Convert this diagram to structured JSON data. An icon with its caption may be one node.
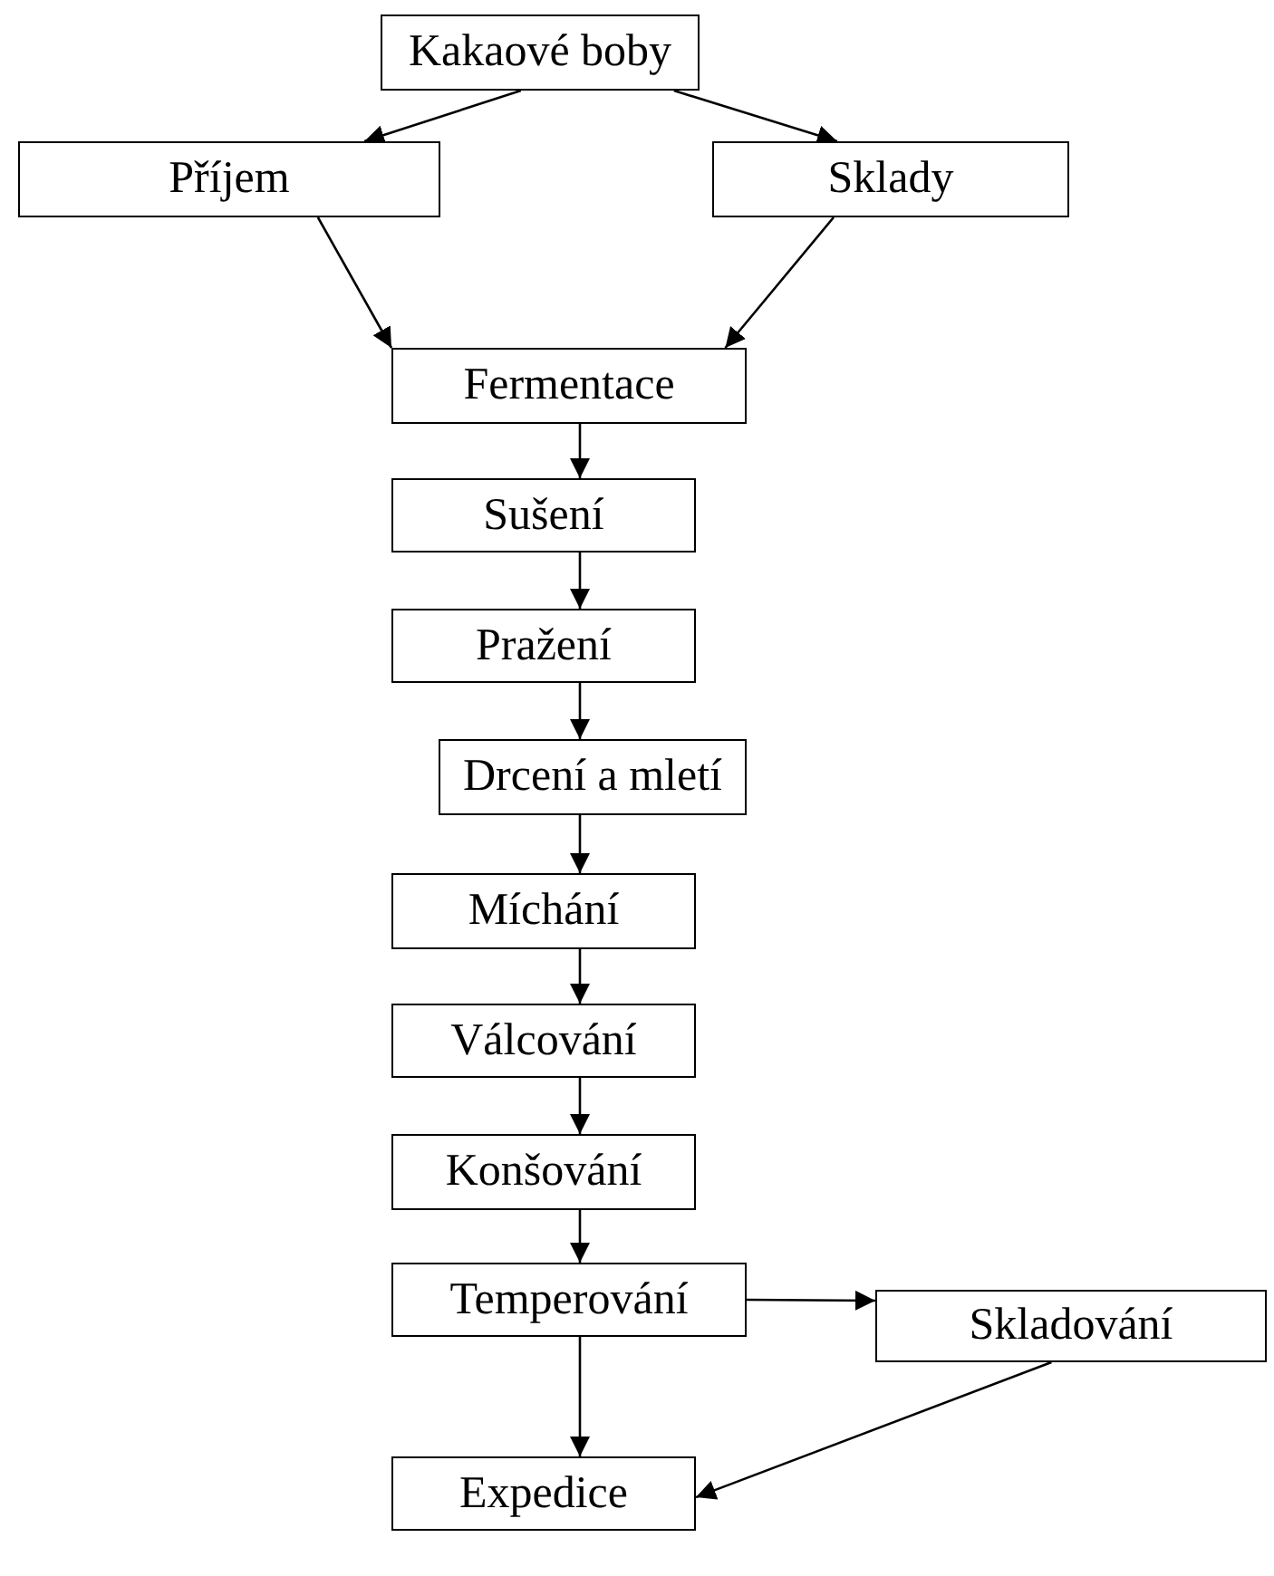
{
  "diagram": {
    "nodes": [
      {
        "text": [
          "Kakaové boby"
        ]
      },
      {
        "text": [
          "Příjem"
        ]
      },
      {
        "text": [
          "Sklady"
        ]
      },
      {
        "text": [
          "Fermentace"
        ]
      },
      {
        "text": [
          "Sušení"
        ]
      },
      {
        "text": [
          "Pražení"
        ]
      },
      {
        "text": [
          "Drcení a mletí"
        ]
      },
      {
        "text": [
          "Míchání"
        ]
      },
      {
        "text": [
          "Válcování"
        ]
      },
      {
        "text": [
          "Konšování"
        ]
      },
      {
        "text": [
          "Temperování"
        ]
      },
      {
        "text": [
          "Skladování"
        ]
      },
      {
        "text": [
          "Expedice"
        ]
      }
    ],
    "edges": [
      {
        "from": 0,
        "to": 1,
        "arrow": "to"
      },
      {
        "from": 0,
        "to": 2,
        "arrow": "to"
      },
      {
        "from": 1,
        "to": 3,
        "arrow": "to"
      },
      {
        "from": 2,
        "to": 3,
        "arrow": "to"
      },
      {
        "from": 3,
        "to": 4,
        "arrow": "to"
      },
      {
        "from": 4,
        "to": 5,
        "arrow": "to"
      },
      {
        "from": 5,
        "to": 6,
        "arrow": "to"
      },
      {
        "from": 6,
        "to": 7,
        "arrow": "to"
      },
      {
        "from": 7,
        "to": 8,
        "arrow": "to"
      },
      {
        "from": 8,
        "to": 9,
        "arrow": "to"
      },
      {
        "from": 9,
        "to": 10,
        "arrow": "to"
      },
      {
        "from": 10,
        "to": 11,
        "arrow": "to"
      },
      {
        "from": 10,
        "to": 12,
        "arrow": "to"
      },
      {
        "from": 11,
        "to": 12,
        "arrow": "to"
      }
    ]
  }
}
